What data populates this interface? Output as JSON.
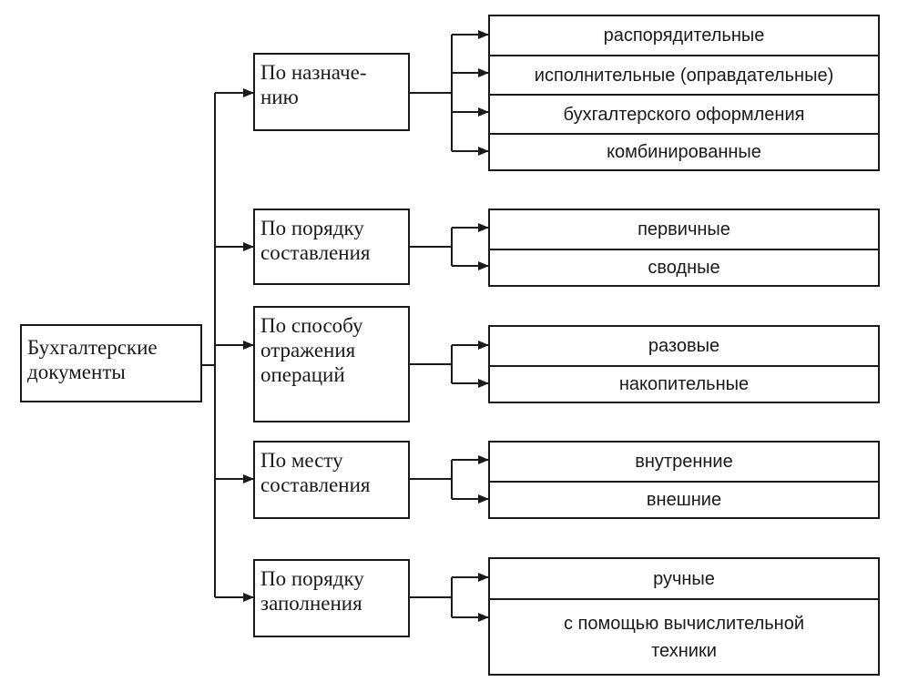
{
  "diagram": {
    "root": {
      "label": "Бухгалтерские\nдокументы"
    },
    "categories": [
      {
        "label": "По назначе-\nнию",
        "items": [
          {
            "label": "распорядительные"
          },
          {
            "label": "исполнительные (оправдательные)"
          },
          {
            "label": "бухгалтерского оформления"
          },
          {
            "label": "комбинированные"
          }
        ]
      },
      {
        "label": "По порядку\nсоставления",
        "items": [
          {
            "label": "первичные"
          },
          {
            "label": "сводные"
          }
        ]
      },
      {
        "label": "По способу\nотражения\nопераций",
        "items": [
          {
            "label": "разовые"
          },
          {
            "label": "накопительные"
          }
        ]
      },
      {
        "label": "По месту\nсоставления",
        "items": [
          {
            "label": "внутренние"
          },
          {
            "label": "внешние"
          }
        ]
      },
      {
        "label": "По порядку\nзаполнения",
        "items": [
          {
            "label": "ручные"
          },
          {
            "label": "с помощью вычислительной\nтехники"
          }
        ]
      }
    ]
  }
}
